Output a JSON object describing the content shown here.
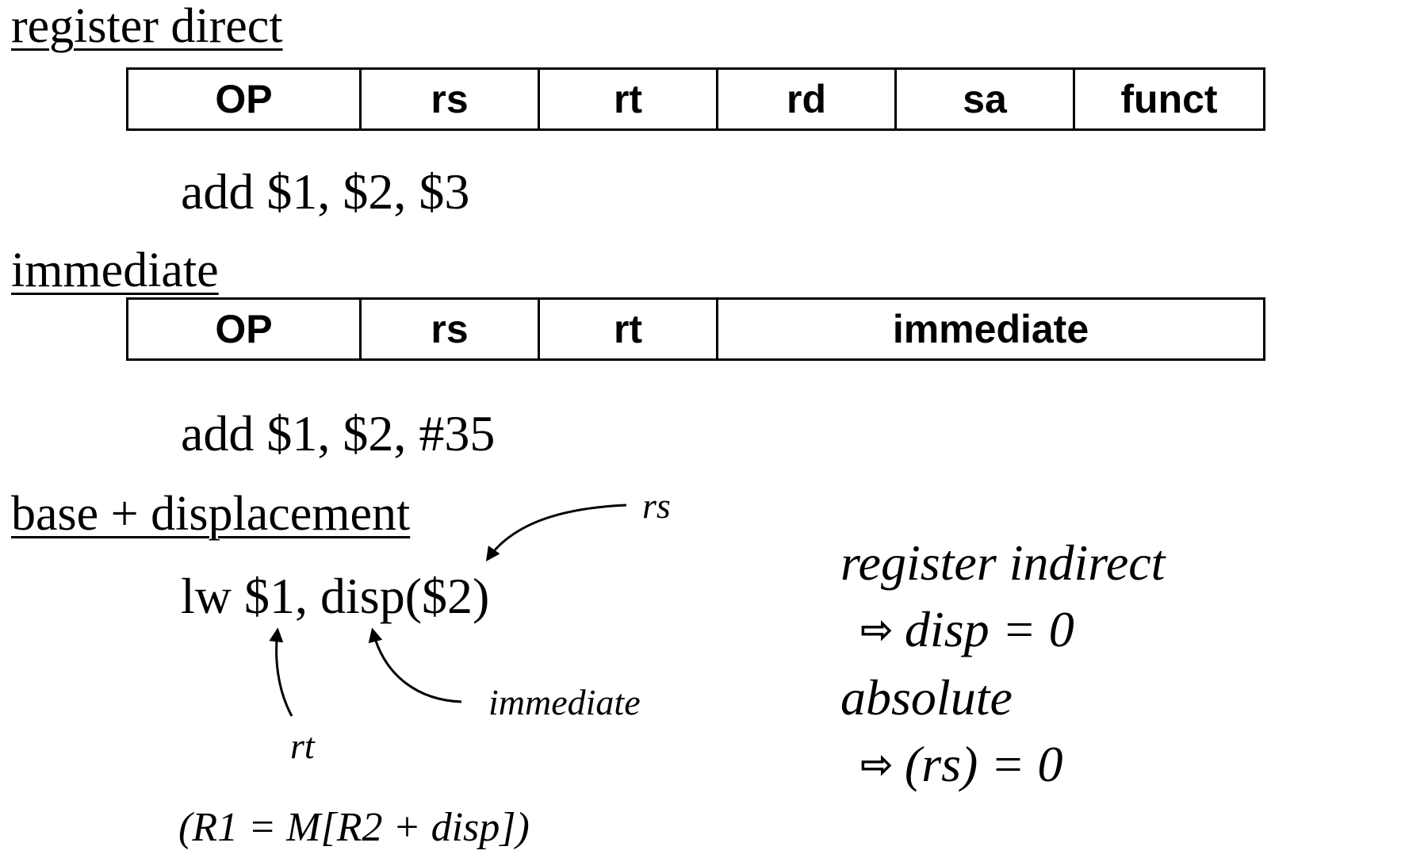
{
  "sections": {
    "register_direct": {
      "heading": "register direct",
      "fields": [
        "OP",
        "rs",
        "rt",
        "rd",
        "sa",
        "funct"
      ],
      "example": "add $1, $2, $3"
    },
    "immediate": {
      "heading": "immediate",
      "fields": [
        "OP",
        "rs",
        "rt",
        "immediate"
      ],
      "example": "add $1, $2, #35"
    },
    "base_displacement": {
      "heading": "base + displacement",
      "example": "lw $1, disp($2)",
      "labels": {
        "rs": "rs",
        "immediate": "immediate",
        "rt": "rt"
      },
      "semantics": "(R1 = M[R2 + disp])"
    }
  },
  "special_cases": {
    "register_indirect": {
      "title": "register indirect",
      "rule": "disp = 0"
    },
    "absolute": {
      "title": "absolute",
      "rule": "(rs) = 0"
    }
  },
  "icons": {
    "implies": "hollow-arrow-icon"
  }
}
